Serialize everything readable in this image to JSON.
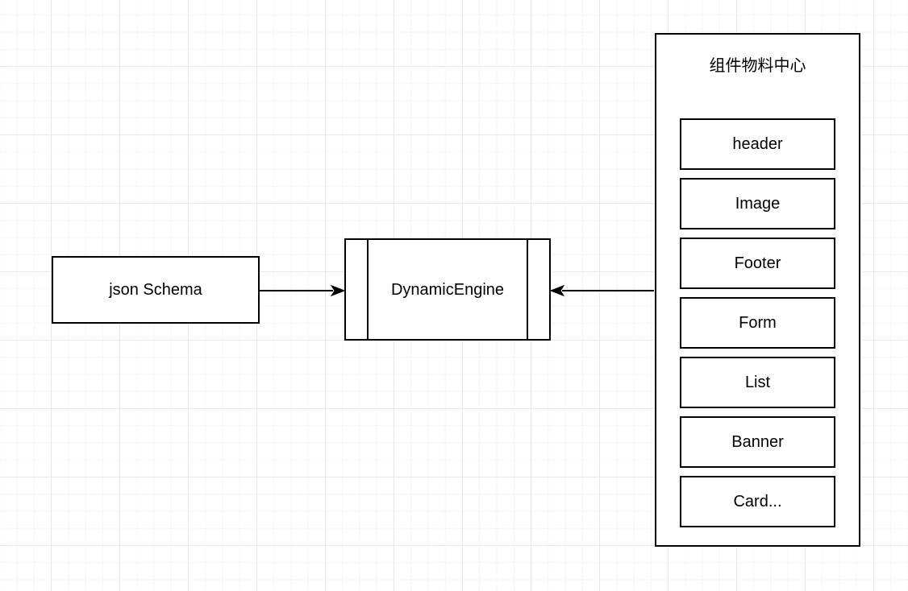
{
  "diagram": {
    "nodes": {
      "json_schema": {
        "label": "json Schema",
        "shape": "rectangle"
      },
      "dynamic_engine": {
        "label": "DynamicEngine",
        "shape": "process"
      },
      "material_center": {
        "title": "组件物料中心",
        "shape": "container",
        "components": [
          "header",
          "Image",
          "Footer",
          "Form",
          "List",
          "Banner",
          "Card..."
        ]
      }
    },
    "edges": [
      {
        "from": "json_schema",
        "to": "dynamic_engine",
        "arrow": "right"
      },
      {
        "from": "material_center",
        "to": "dynamic_engine",
        "arrow": "left"
      }
    ],
    "colors": {
      "stroke": "#000000",
      "node_fill": "#ffffff",
      "grid_minor": "#f6f6f6",
      "grid_major": "#e8e8e8",
      "background": "#ffffff"
    }
  }
}
